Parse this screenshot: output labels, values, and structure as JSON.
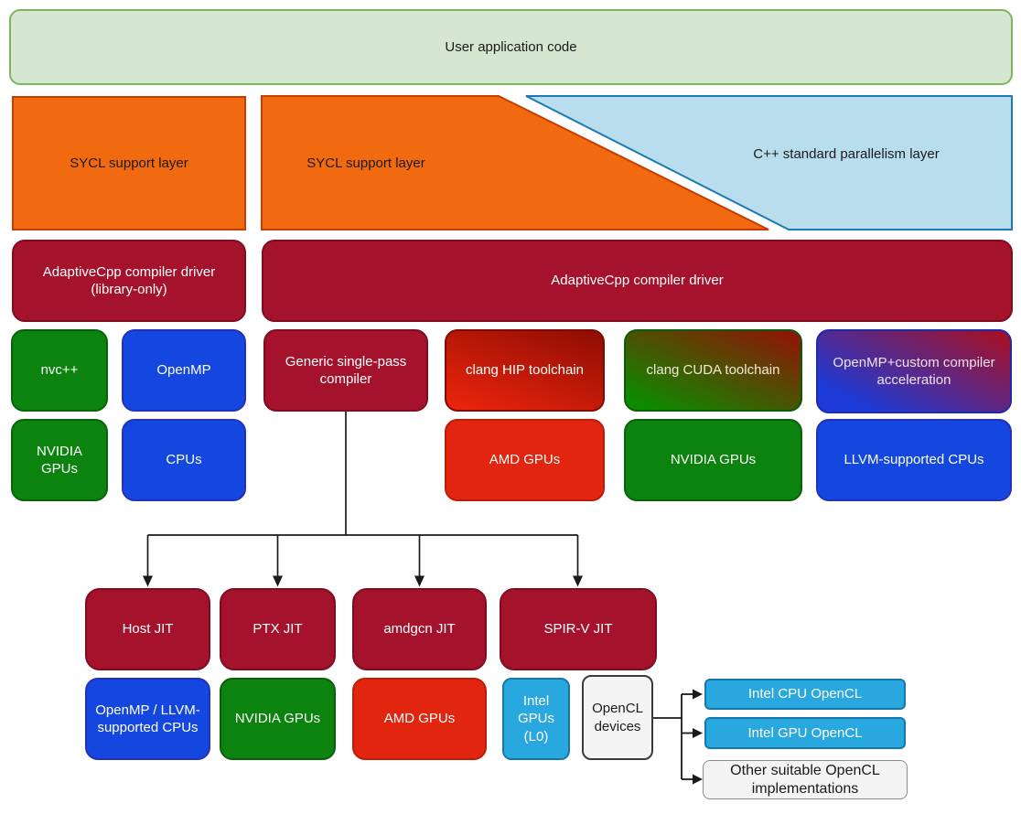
{
  "nodes": {
    "user_app": "User application code",
    "sycl_layer_left": "SYCL support layer",
    "sycl_layer_mid": "SYCL support layer",
    "cpp_std_layer": "C++ standard parallelism layer",
    "driver_lib": "AdaptiveCpp compiler driver (library-only)",
    "driver": "AdaptiveCpp compiler driver",
    "nvcpp": "nvc++",
    "openmp": "OpenMP",
    "generic": "Generic single-pass compiler",
    "clang_hip": "clang HIP toolchain",
    "clang_cuda": "clang CUDA toolchain",
    "openmp_custom": "OpenMP+custom compiler acceleration",
    "nvidia_gpus_1": "NVIDIA GPUs",
    "cpus": "CPUs",
    "amd_gpus_1": "AMD GPUs",
    "nvidia_gpus_2": "NVIDIA GPUs",
    "llvm_cpus": "LLVM-supported CPUs",
    "host_jit": "Host JIT",
    "ptx_jit": "PTX JIT",
    "amdgcn_jit": "amdgcn JIT",
    "spirv_jit": "SPIR-V JIT",
    "openmp_llvm_cpus": "OpenMP / LLVM-supported CPUs",
    "nvidia_gpus_3": "NVIDIA GPUs",
    "amd_gpus_2": "AMD GPUs",
    "intel_gpus_l0": "Intel GPUs (L0)",
    "opencl_devices": "OpenCL devices",
    "intel_cpu_opencl": "Intel CPU OpenCL",
    "intel_gpu_opencl": "Intel GPU OpenCL",
    "other_opencl": "Other suitable OpenCL implementations"
  },
  "colors": {
    "background": "#FFFFFF",
    "user_app_fill": "#D5E7D1",
    "user_app_border": "#80B35E",
    "orange_fill": "#F26A0F",
    "orange_border": "#C43E02",
    "skyblue_fill": "#B8DEEE",
    "skyblue_border": "#1D7AB0",
    "darkred_fill": "#A5122C",
    "darkred_border": "#7E0D20",
    "green_fill": "#0C830F",
    "green_border": "#09610B",
    "blue_fill": "#1447E0",
    "blue_border": "#2430B8",
    "red_fill": "#E2250E",
    "red_border": "#BC1D07",
    "cyan_fill": "#29A8DF",
    "cyan_border": "#1478AC",
    "lightgray_fill": "#F4F4F4",
    "gray_border": "#8C8C8C",
    "dark_border": "#3B3B3B",
    "hip_gradient_top": "#8E0D03",
    "hip_gradient_bottom": "#E9240C",
    "cuda_gradient_top": "#941107",
    "cuda_gradient_bottom": "#0D8A00",
    "openmp_custom_gradient_top": "#A31129",
    "openmp_custom_gradient_bottom": "#1C3BD8",
    "connector": "#1A1A1A"
  }
}
